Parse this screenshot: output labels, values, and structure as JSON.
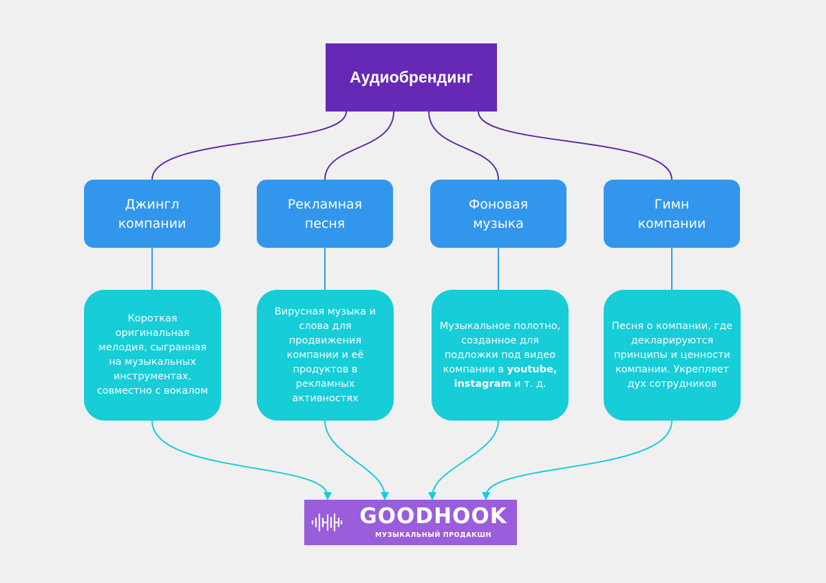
{
  "root": {
    "title": "Аудиобрендинг"
  },
  "categories": [
    {
      "line1": "Джингл",
      "line2": "компании"
    },
    {
      "line1": "Рекламная",
      "line2": "песня"
    },
    {
      "line1": "Фоновая",
      "line2": "музыка"
    },
    {
      "line1": "Гимн",
      "line2": "компании"
    }
  ],
  "descriptions": [
    {
      "text": "Короткая оригинальная мелодия, сыгранная на музыкальных инструментах, совместно с вокалом"
    },
    {
      "text": "Вирусная музыка и слова для продвижения компании и её продуктов в рекламных активностях"
    },
    {
      "before": "Музыкальное полотно, созданное для подложки под видео компании в",
      "youtube": "youtube,",
      "instagram": "instagram",
      "after": "и т. д."
    },
    {
      "text": "Песня о компании, где декларируются принципы и ценности компании. Укрепляет дух сотрудников"
    }
  ],
  "logo": {
    "name": "GOODHOOK",
    "subtitle": "МУЗЫКАЛЬНЫЙ ПРОДАКШН"
  },
  "colors": {
    "root": "#6529b6",
    "category": "#3297ec",
    "description": "#16cdd8",
    "logo": "#9a5ddb",
    "connector_top": "#5e2ca3",
    "connector_mid": "#3297ec",
    "connector_bottom": "#16cdd8",
    "background": "#f1f0f1"
  }
}
